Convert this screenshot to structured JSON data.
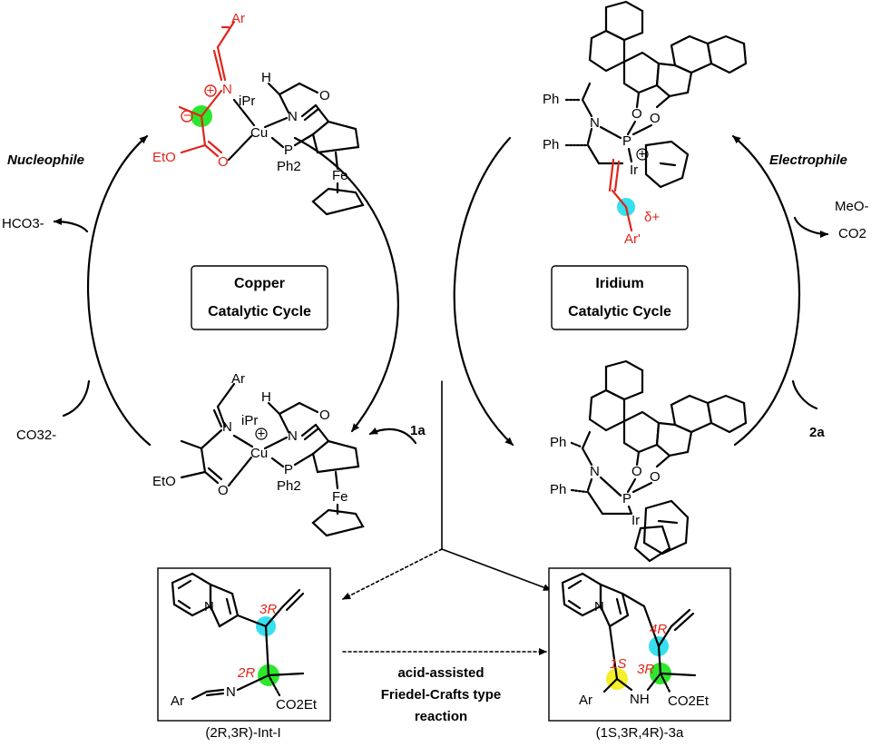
{
  "labels": {
    "nucleophile": "Nucleophile",
    "electrophile": "Electrophile",
    "bicarbonate": "HCO3-",
    "carbonate": "CO32-",
    "methoxide": "MeO-",
    "co2": "CO2",
    "reagent_1a": "1a",
    "reagent_2a": "2a",
    "copper_cycle_line1": "Copper",
    "copper_cycle_line2": "Catalytic Cycle",
    "iridium_cycle_line1": "Iridium",
    "iridium_cycle_line2": "Catalytic Cycle",
    "reaction_line1": "acid-assisted",
    "reaction_line2": "Friedel-Crafts type",
    "reaction_line3": "reaction",
    "intermediate_name": "(2R,3R)-Int-I",
    "product_name": "(1S,3R,4R)-3a"
  },
  "atoms": {
    "ar": "Ar",
    "ar_prime": "Ar'",
    "n": "N",
    "o": "O",
    "eto": "EtO",
    "cu": "Cu",
    "p": "P",
    "ph2": "Ph2",
    "fe": "Fe",
    "h": "H",
    "ipr": "iPr",
    "ph": "Ph",
    "ir": "Ir",
    "nh": "NH",
    "co2et": "CO2Et",
    "delta": "δ+"
  },
  "stereo": {
    "s_3r": "3R",
    "s_2r": "2R",
    "s_4r": "4R",
    "s_1s": "1S",
    "s_3r_b": "3R"
  },
  "colors": {
    "red": "#e0251b",
    "green_highlight": "#2ee62e",
    "cyan_highlight": "#36e0ee",
    "yellow_highlight": "#f5ee2a"
  }
}
